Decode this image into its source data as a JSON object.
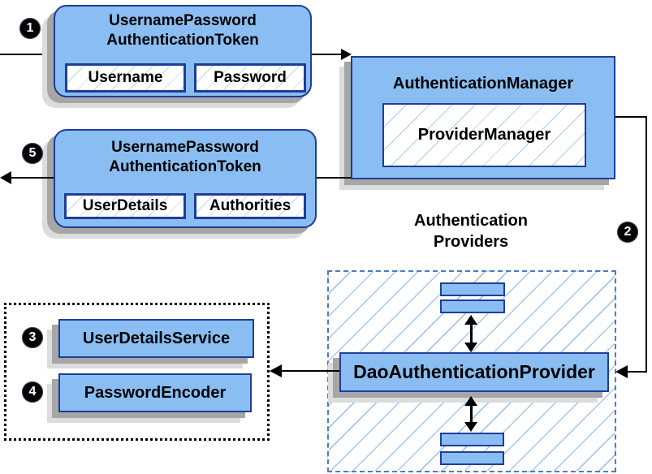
{
  "diagram": {
    "steps": {
      "one": "1",
      "two": "2",
      "three": "3",
      "four": "4",
      "five": "5"
    },
    "token_request": {
      "title_line1": "UsernamePassword",
      "title_line2": "AuthenticationToken",
      "fields": [
        "Username",
        "Password"
      ]
    },
    "authentication_manager": {
      "title": "AuthenticationManager",
      "inner": "ProviderManager"
    },
    "token_response": {
      "title_line1": "UsernamePassword",
      "title_line2": "AuthenticationToken",
      "fields": [
        "UserDetails",
        "Authorities"
      ]
    },
    "providers": {
      "heading_line1": "Authentication",
      "heading_line2": "Providers",
      "provider": "DaoAuthenticationProvider"
    },
    "dependencies": {
      "items": [
        "UserDetailsService",
        "PasswordEncoder"
      ]
    },
    "colors": {
      "node_fill": "#8abef2",
      "node_border": "#1f3d99",
      "hatch_line": "#a3c8f0",
      "dashed_border": "#4a7cc0",
      "shadow_dark": "#a6a6a6",
      "shadow_light": "#dcdcdc",
      "connector": "#000000"
    }
  }
}
